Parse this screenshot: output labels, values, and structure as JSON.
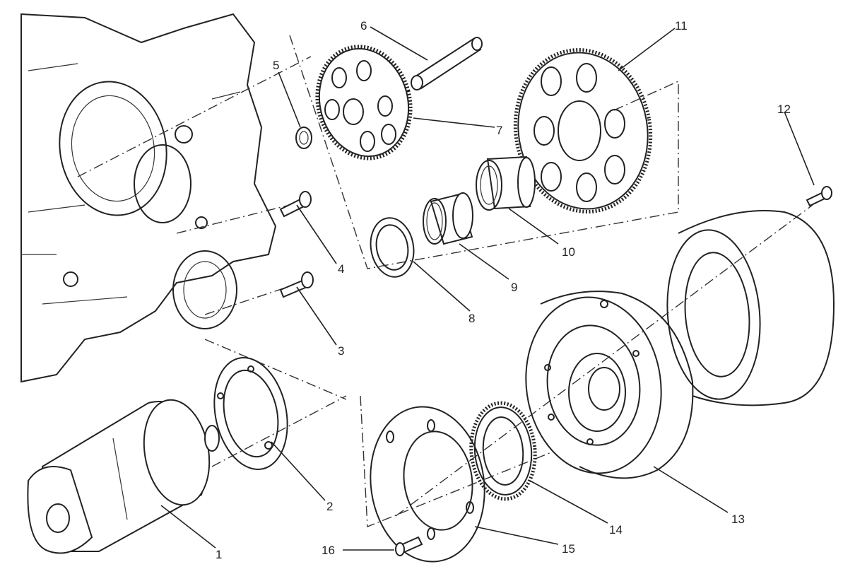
{
  "diagram": {
    "type": "exploded-parts-view",
    "subject": "electric starter and ignition assembly",
    "callouts": [
      {
        "number": "1",
        "part": "starter-motor"
      },
      {
        "number": "2",
        "part": "starter-gasket"
      },
      {
        "number": "3",
        "part": "screw"
      },
      {
        "number": "4",
        "part": "screw"
      },
      {
        "number": "5",
        "part": "washer"
      },
      {
        "number": "6",
        "part": "shaft"
      },
      {
        "number": "7",
        "part": "idler-gear"
      },
      {
        "number": "8",
        "part": "shim-washer"
      },
      {
        "number": "9",
        "part": "bearing"
      },
      {
        "number": "10",
        "part": "bushing"
      },
      {
        "number": "11",
        "part": "starter-gear"
      },
      {
        "number": "12",
        "part": "bolt"
      },
      {
        "number": "13",
        "part": "flywheel"
      },
      {
        "number": "14",
        "part": "freewheel-clutch"
      },
      {
        "number": "15",
        "part": "cover-plate"
      },
      {
        "number": "16",
        "part": "countersunk-screw"
      }
    ]
  }
}
